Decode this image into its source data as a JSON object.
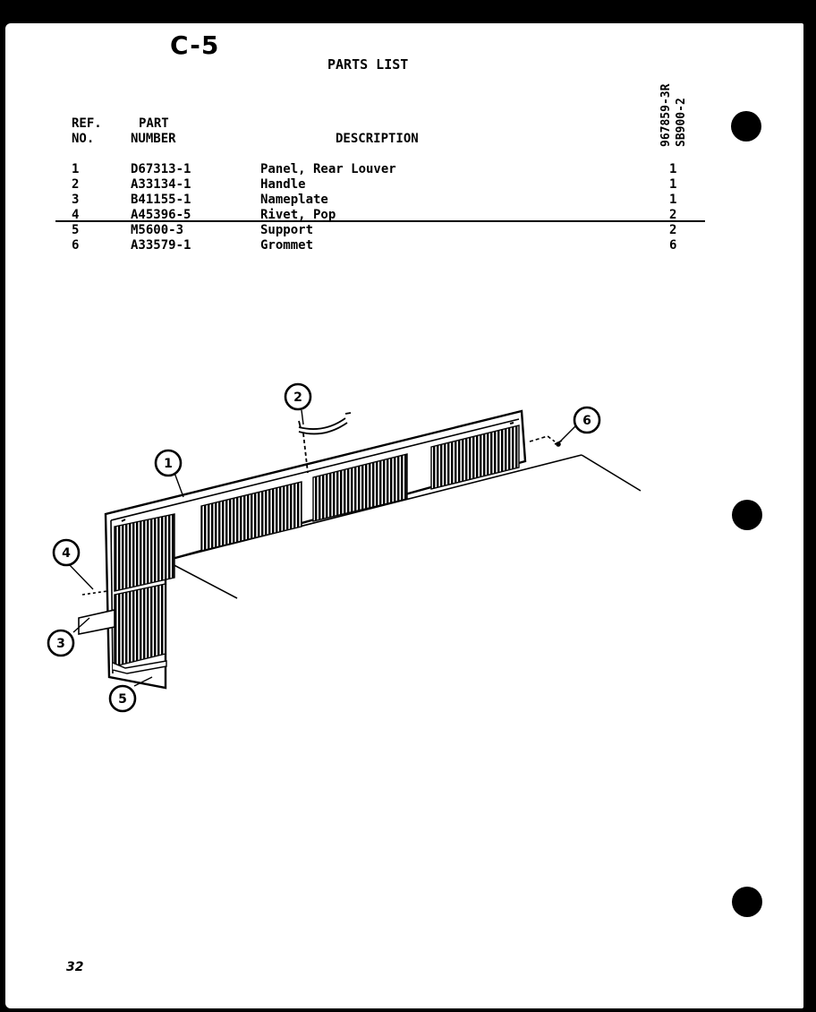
{
  "sheet_id": "C-5",
  "title": "PARTS LIST",
  "headers": {
    "ref_line1": "REF.",
    "ref_line2": "NO.",
    "part_line1": "PART",
    "part_line2": "NUMBER",
    "description": "DESCRIPTION"
  },
  "models": [
    "967859-3R",
    "SB900-2"
  ],
  "parts": [
    {
      "ref": "1",
      "part": "D67313-1",
      "description": "Panel, Rear Louver",
      "qty": "1"
    },
    {
      "ref": "2",
      "part": "A33134-1",
      "description": "Handle",
      "qty": "1"
    },
    {
      "ref": "3",
      "part": "B41155-1",
      "description": "Nameplate",
      "qty": "1"
    },
    {
      "ref": "4",
      "part": "A45396-5",
      "description": "Rivet, Pop",
      "qty": "2"
    },
    {
      "ref": "5",
      "part": "M5600-3",
      "description": "Support",
      "qty": "2"
    },
    {
      "ref": "6",
      "part": "A33579-1",
      "description": "Grommet",
      "qty": "6"
    }
  ],
  "callouts": [
    "1",
    "2",
    "3",
    "4",
    "5",
    "6"
  ],
  "page_number": "32"
}
